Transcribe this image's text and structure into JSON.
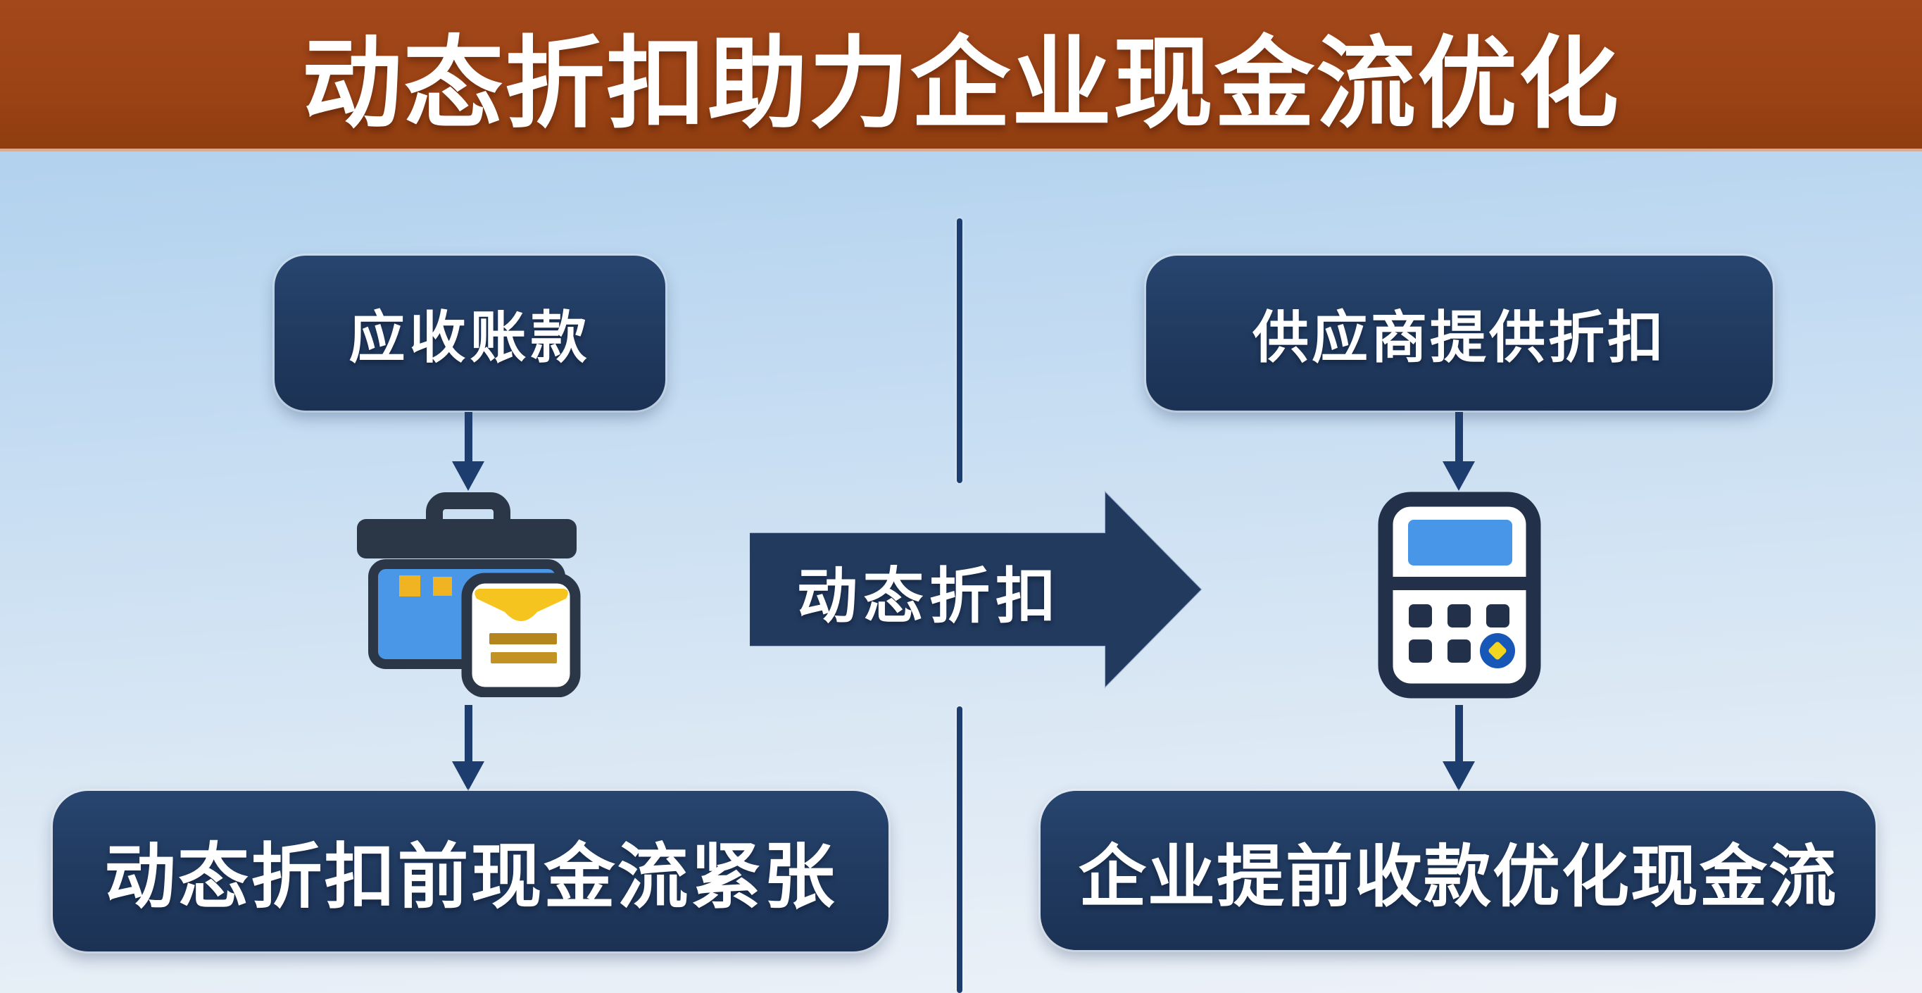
{
  "header": {
    "title": "动态折扣助力企业现金流优化"
  },
  "left_flow": {
    "top_box": "应收账款",
    "icon": "briefcase-documents-icon",
    "bottom_box": "动态折扣前现金流紧张"
  },
  "center": {
    "arrow_label": "动态折扣"
  },
  "right_flow": {
    "top_box": "供应商提供折扣",
    "icon": "calculator-icon",
    "bottom_box": "企业提前收款优化现金流"
  },
  "colors": {
    "header_bg": "#9c4315",
    "panel_navy": "#20395e",
    "panel_navy_dark": "#1b3254",
    "arrow_navy": "#223a5e",
    "connector_navy": "#1d3d6e",
    "icon_navy": "#2b3647",
    "calc_navy": "#22304a",
    "icon_blue": "#4a97e8",
    "icon_yellow": "#f0b422",
    "flap_yellow": "#f5c41f",
    "icon_gold": "#b5861d",
    "key_blue": "#1657b8",
    "bg_top": "#a8cceb",
    "bg_bottom": "#eef2f8",
    "text_white": "#ffffff"
  }
}
